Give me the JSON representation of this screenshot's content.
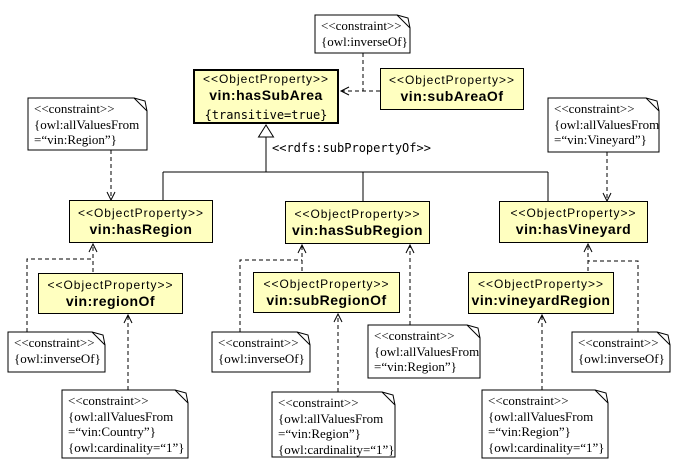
{
  "labels": {
    "object_property_stereotype": "<<ObjectProperty>>",
    "constraint_stereotype": "<<constraint>>",
    "sub_property_of": "<<rdfs:subPropertyOf>>"
  },
  "colors": {
    "property_fill": "#FFFFC0",
    "note_fill": "#FFFFFF",
    "line": "#000000",
    "background": "#FFFFFF"
  },
  "properties": {
    "has_sub_area": {
      "name": "vin:hasSubArea",
      "tag": "{transitive=true}"
    },
    "sub_area_of": {
      "name": "vin:subAreaOf"
    },
    "has_region": {
      "name": "vin:hasRegion"
    },
    "has_sub_region": {
      "name": "vin:hasSubRegion"
    },
    "has_vineyard": {
      "name": "vin:hasVineyard"
    },
    "region_of": {
      "name": "vin:regionOf"
    },
    "sub_region_of": {
      "name": "vin:subRegionOf"
    },
    "vineyard_region": {
      "name": "vin:vineyardRegion"
    }
  },
  "notes": {
    "inverse_top": {
      "lines": [
        "{owl:inverseOf}"
      ]
    },
    "avf_region_left": {
      "lines": [
        "{owl:allValuesFrom",
        " =“vin:Region”}"
      ]
    },
    "avf_vineyard": {
      "lines": [
        "{owl:allValuesFrom",
        " =“vin:Vineyard”}"
      ]
    },
    "inverse_left": {
      "lines": [
        "{owl:inverseOf}"
      ]
    },
    "inverse_mid": {
      "lines": [
        "{owl:inverseOf}"
      ]
    },
    "avf_region_mid": {
      "lines": [
        "{owl:allValuesFrom",
        " =“vin:Region”}"
      ]
    },
    "inverse_right": {
      "lines": [
        "{owl:inverseOf}"
      ]
    },
    "avf_country_card": {
      "lines": [
        "{owl:allValuesFrom",
        " =“vin:Country”}",
        "{owl:cardinality=“1”}"
      ]
    },
    "avf_region_card_mid": {
      "lines": [
        "{owl:allValuesFrom",
        " =“vin:Region”}",
        "{owl:cardinality=“1”}"
      ]
    },
    "avf_region_card_right": {
      "lines": [
        "{owl:allValuesFrom",
        " =“vin:Region”}",
        "{owl:cardinality=“1”}"
      ]
    }
  }
}
